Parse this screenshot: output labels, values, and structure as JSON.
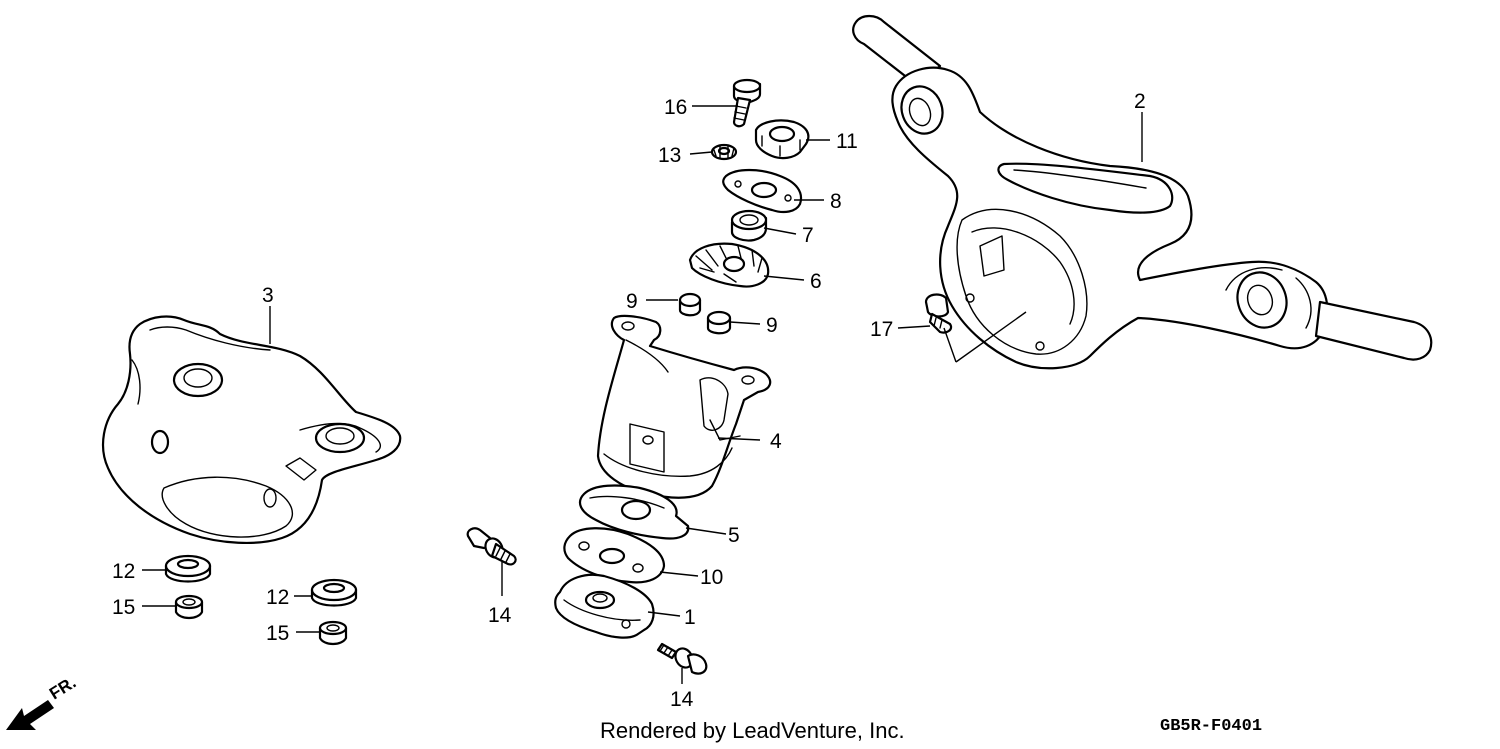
{
  "callouts": {
    "c1": "1",
    "c2": "2",
    "c3": "3",
    "c4": "4",
    "c5": "5",
    "c6": "6",
    "c7": "7",
    "c8": "8",
    "c9a": "9",
    "c9b": "9",
    "c10": "10",
    "c11": "11",
    "c12a": "12",
    "c12b": "12",
    "c13": "13",
    "c14a": "14",
    "c14b": "14",
    "c15a": "15",
    "c15b": "15",
    "c16": "16",
    "c17": "17"
  },
  "direction_label": "FR.",
  "credit": "Rendered by LeadVenture, Inc.",
  "diagram_code": "GB5R-F0401"
}
